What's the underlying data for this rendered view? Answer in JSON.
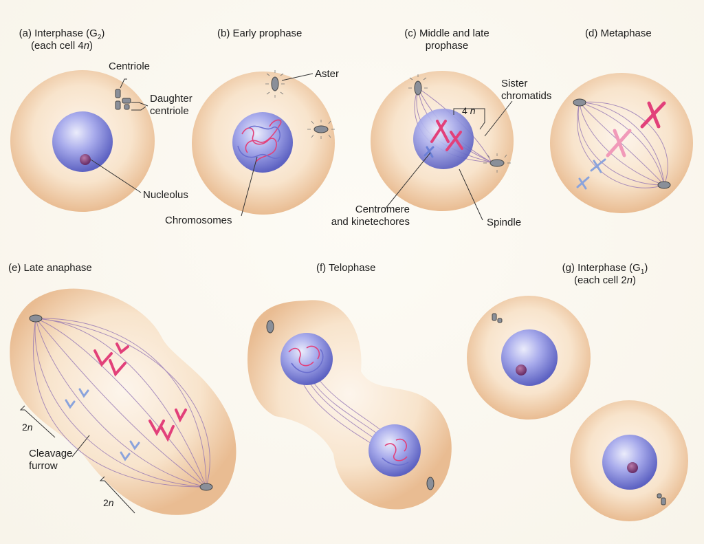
{
  "panels": {
    "a": {
      "label": "(a) Interphase (G",
      "label_sub": "2",
      "label_close": ")",
      "note_pre": "(each cell 4",
      "note_var": "n",
      "note_post": ")"
    },
    "b": {
      "label": "(b) Early prophase"
    },
    "c": {
      "label_line1": "(c) Middle and late",
      "label_line2": "prophase"
    },
    "d": {
      "label": "(d) Metaphase"
    },
    "e": {
      "label": "(e) Late anaphase"
    },
    "f": {
      "label": "(f) Telophase"
    },
    "g": {
      "label": "(g) Interphase (G",
      "label_sub": "1",
      "label_close": ")",
      "note_pre": "(each cell 2",
      "note_var": "n",
      "note_post": ")"
    }
  },
  "callouts": {
    "centriole": "Centriole",
    "daughter_centriole_1": "Daughter",
    "daughter_centriole_2": "centriole",
    "nucleolus": "Nucleolus",
    "aster": "Aster",
    "chromosomes": "Chromosomes",
    "sister_1": "Sister",
    "sister_2": "chromatids",
    "ploidy_4n_num": "4",
    "ploidy_4n_var": "n",
    "centromere_1": "Centromere",
    "centromere_2": "and kinetechores",
    "spindle": "Spindle",
    "ploidy_2n_num": "2",
    "ploidy_2n_var": "n",
    "cleavage_1": "Cleavage",
    "cleavage_2": "furrow"
  },
  "colors": {
    "cytoplasm": "#f6dcc0",
    "cytoplasm_edge": "#e7b98e",
    "nucleus": "#7d82d2",
    "nucleolus": "#7c3d78",
    "chromosome_red": "#e2407a",
    "chromosome_blue": "#8aa3dc",
    "spindle": "#8e6fb3"
  }
}
